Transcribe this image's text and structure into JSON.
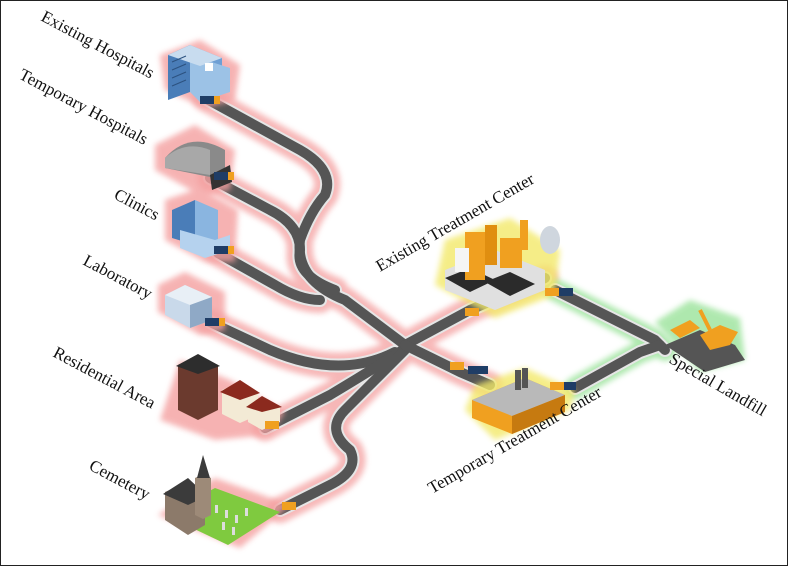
{
  "labels": {
    "existing_hospitals": "Existing Hospitals",
    "temporary_hospitals": "Temporary Hospitals",
    "clinics": "Clinics",
    "laboratory": "Laboratory",
    "residential_area": "Residential Area",
    "cemetery": "Cemetery",
    "existing_treatment_center": "Existing Treatment Center",
    "temporary_treatment_center": "Temporary Treatment Center",
    "special_landfill": "Special Landfill"
  },
  "colors": {
    "road": "#5a5a5a",
    "road_edge": "#d9d9d9",
    "source_glow": "#f08080",
    "treatment_glow": "#f2e85a",
    "transfer_glow": "#7fdc7f",
    "truck_body": "#1f3d66",
    "truck_cargo": "#f0a020"
  },
  "icons": [
    "hospital-building-icon",
    "temporary-shelter-icon",
    "clinic-building-icon",
    "laboratory-building-icon",
    "residential-houses-icon",
    "church-cemetery-icon",
    "treatment-plant-icon",
    "temporary-plant-icon",
    "landfill-excavator-icon",
    "truck-icon"
  ]
}
